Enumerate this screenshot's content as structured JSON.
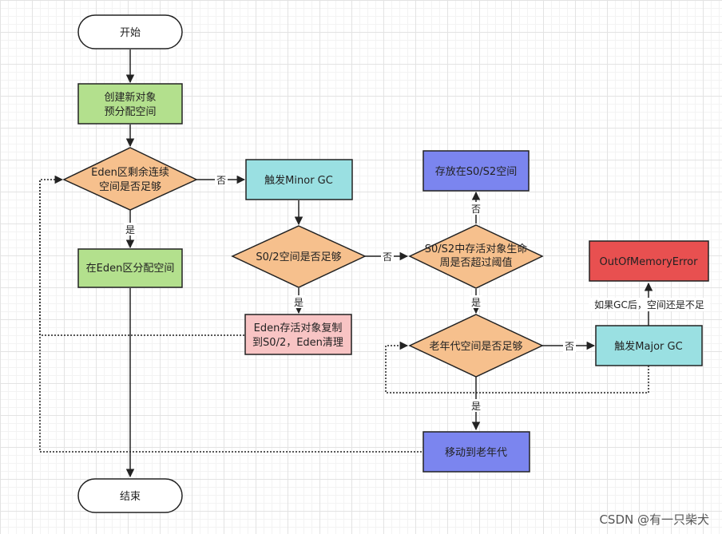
{
  "nodes": {
    "start": "开始",
    "create_line1": "创建新对象",
    "create_line2": "预分配空间",
    "eden_check_line1": "Eden区剩余连续",
    "eden_check_line2": "空间是否足够",
    "alloc_eden": "在Eden区分配空间",
    "minor_gc": "触发Minor GC",
    "s0_check": "S0/2空间是否足够",
    "copy_line1": "Eden存活对象复制",
    "copy_line2": "到S0/2，Eden清理",
    "store_s0": "存放在S0/S2空间",
    "age_check_line1": "S0/S2中存活对象生命",
    "age_check_line2": "周是否超过阈值",
    "old_check": "老年代空间是否足够",
    "major_gc": "触发Major GC",
    "oom": "OutOfMemoryError",
    "move_old": "移动到老年代",
    "end": "结束"
  },
  "labels": {
    "no": "否",
    "yes": "是",
    "still_not_enough": "如果GC后，空间还是不足"
  },
  "colors": {
    "green": "#b3e08d",
    "orange": "#f6c08d",
    "cyan": "#9ae0e2",
    "pink": "#f8c4c4",
    "blue": "#7b85ef",
    "red": "#e85050",
    "white": "#ffffff"
  },
  "watermark": "CSDN @有一只柴犬"
}
